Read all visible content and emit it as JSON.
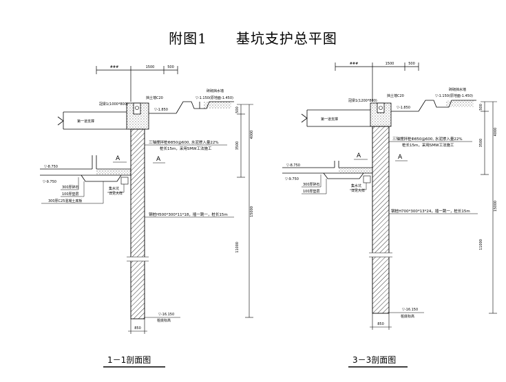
{
  "title": "附图1　　基坑支护总平图",
  "sections": [
    {
      "caption": "1－1剖面图",
      "dims_top": [
        "###",
        "1500",
        "500"
      ],
      "dims_right": [
        "500",
        "4000",
        "3500",
        "15000",
        "11000"
      ],
      "labels": {
        "cap_beam": "冠梁1(1000*800)",
        "slope_top": "▽-1.850",
        "slope_note": "砖砌挡水墙",
        "slope_small": "挡土墙C20",
        "slope_elev": "▽-1.150(原地面-1.450)",
        "support": "第一道支撑",
        "smw": "三轴搅拌桩Φ850@600, 水泥掺入量22%",
        "smw2": "桩长15m，采用SMW工法施工",
        "steel": "钢桩H500*300*11*18，插一跳一，桩长15m",
        "section_mark_left": "A",
        "section_mark_right": "A",
        "floor_elev": "▽-8.750",
        "floor_elev2": "▽-9.750",
        "layer1": "300厚碎石",
        "layer2": "100厚垫层",
        "layer3": "300厚C25混凝土底板",
        "pit_note": "集水坑",
        "pit_note2": "详见大样",
        "bottom_elev": "▽-16.150",
        "bottom_note": "桩底标高",
        "width": "850"
      }
    },
    {
      "caption": "3－3剖面图",
      "dims_top": [
        "###",
        "1500",
        "500"
      ],
      "dims_right": [
        "500",
        "4000",
        "3500",
        "15000",
        "11000"
      ],
      "labels": {
        "cap_beam": "冠梁1(1200*800)",
        "slope_top": "▽-1.850",
        "slope_note": "砖砌挡水墙",
        "slope_small": "挡土墙C20",
        "slope_elev": "▽-1.150(原地面-1.450)",
        "support": "第一道支撑",
        "smw": "三轴搅拌桩Φ850@600, 水泥掺入量22%",
        "smw2": "桩长15m，采用SMW工法施工",
        "steel": "钢桩H700*300*13*24，插一跳一，桩长15m",
        "section_mark_left": "A",
        "section_mark_right": "A",
        "floor_elev": "▽-8.750",
        "floor_elev2": "▽-9.750",
        "layer1": "300厚碎石",
        "layer2": "100厚垫层",
        "pit_note": "集水坑",
        "pit_note2": "详见大样",
        "bottom_elev": "▽-16.150",
        "bottom_note": "桩底标高",
        "width": "850"
      }
    }
  ]
}
